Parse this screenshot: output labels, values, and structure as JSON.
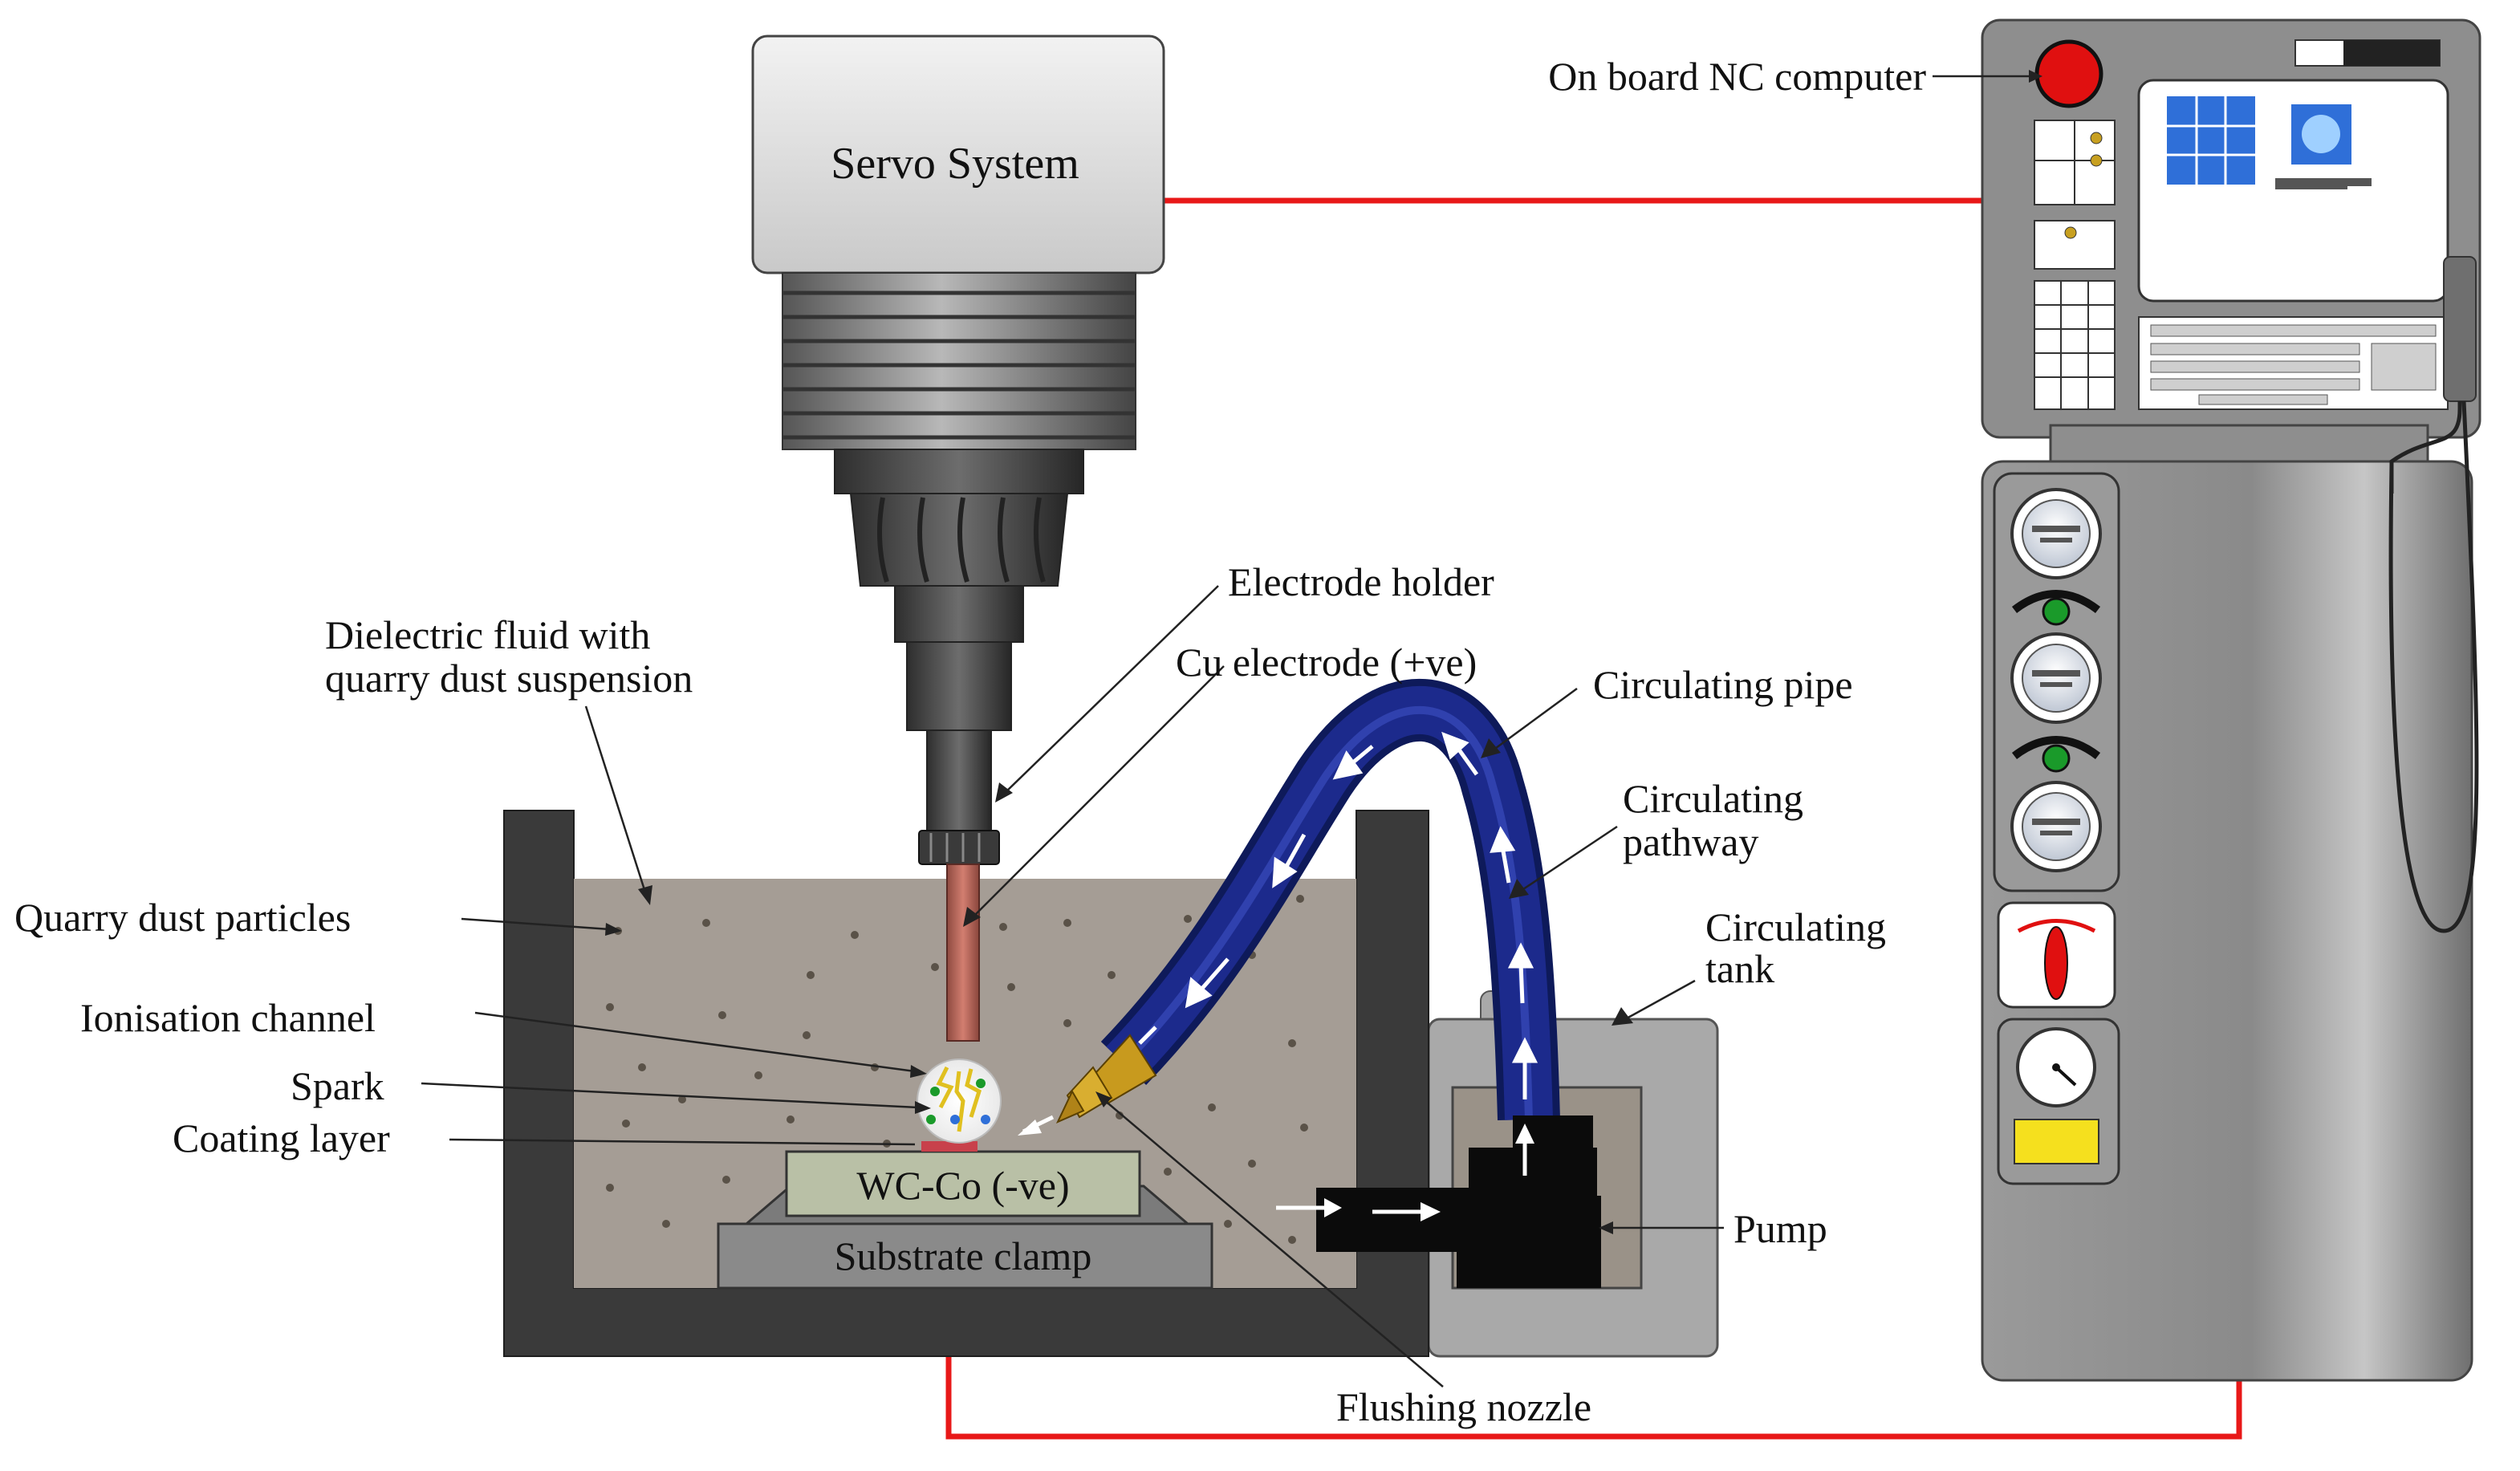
{
  "labels": {
    "servo_system": "Servo System",
    "nc_computer": "On board NC computer",
    "electrode_holder": "Electrode holder",
    "cu_electrode": "Cu electrode (+ve)",
    "dielectric_line1": "Dielectric fluid with",
    "dielectric_line2": "quarry dust suspension",
    "circulating_pipe": "Circulating pipe",
    "circulating_pathway_line1": "Circulating",
    "circulating_pathway_line2": "pathway",
    "circulating_tank_line1": "Circulating",
    "circulating_tank_line2": "tank",
    "quarry_dust_particles": "Quarry dust particles",
    "ionisation_channel": "Ionisation channel",
    "spark": "Spark",
    "coating_layer": "Coating layer",
    "workpiece": "WC-Co (-ve)",
    "substrate_clamp": "Substrate clamp",
    "pump": "Pump",
    "flushing_nozzle": "Flushing nozzle"
  },
  "colors": {
    "wire": "#e81818",
    "fluid": "#a59d95",
    "tank_wall": "#3a3a3a",
    "pipe": "#1c2a8c",
    "electrode": "#b5655a",
    "nozzle": "#c89a1e",
    "cabinet": "#8e8e8e",
    "emergency_stop": "#e01010",
    "indicator": "#1a9a2a",
    "yellow_panel": "#f5e01e",
    "screen": "#2f6fd8"
  }
}
